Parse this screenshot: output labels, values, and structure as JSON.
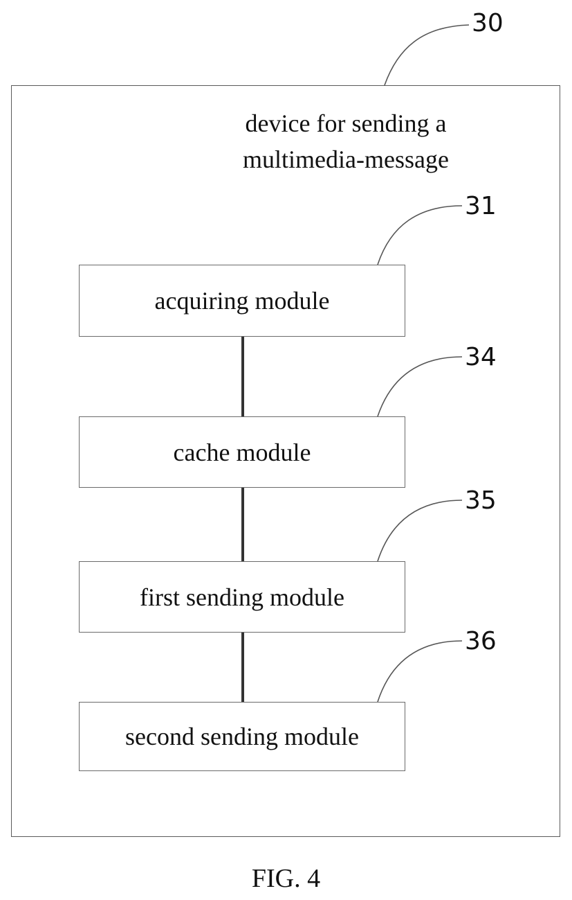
{
  "device": {
    "ref": "30",
    "title_line1": "device for sending a",
    "title_line2": "multimedia-message"
  },
  "modules": [
    {
      "ref": "31",
      "label": "acquiring module"
    },
    {
      "ref": "34",
      "label": "cache module"
    },
    {
      "ref": "35",
      "label": "first sending module"
    },
    {
      "ref": "36",
      "label": "second sending module"
    }
  ],
  "caption": "FIG. 4"
}
